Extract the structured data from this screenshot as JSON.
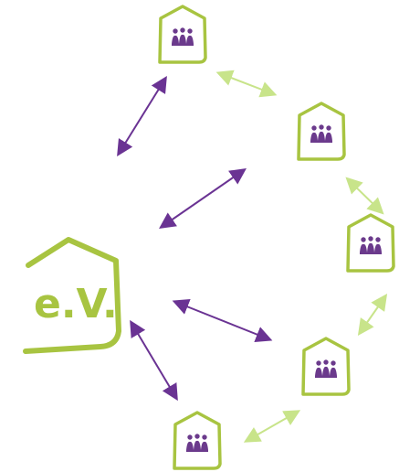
{
  "center": {
    "label": "e.V.",
    "accent_color": "#a8c441"
  },
  "colors": {
    "house_outline": "#a8c441",
    "people": "#6b3a8c",
    "arrow_primary": "#6a3393",
    "arrow_secondary": "#c8e48a"
  },
  "nodes": [
    {
      "id": "node-top",
      "icon": "house-people-icon"
    },
    {
      "id": "node-right-upper",
      "icon": "house-people-icon"
    },
    {
      "id": "node-right-middle",
      "icon": "house-people-icon"
    },
    {
      "id": "node-right-lower",
      "icon": "house-people-icon"
    },
    {
      "id": "node-bottom",
      "icon": "house-people-icon"
    }
  ],
  "connections": {
    "center_to_nodes": [
      "node-top",
      "node-right-upper",
      "node-right-lower",
      "node-bottom"
    ],
    "ring": [
      [
        "node-top",
        "node-right-upper"
      ],
      [
        "node-right-upper",
        "node-right-middle"
      ],
      [
        "node-right-middle",
        "node-right-lower"
      ],
      [
        "node-right-lower",
        "node-bottom"
      ]
    ]
  }
}
